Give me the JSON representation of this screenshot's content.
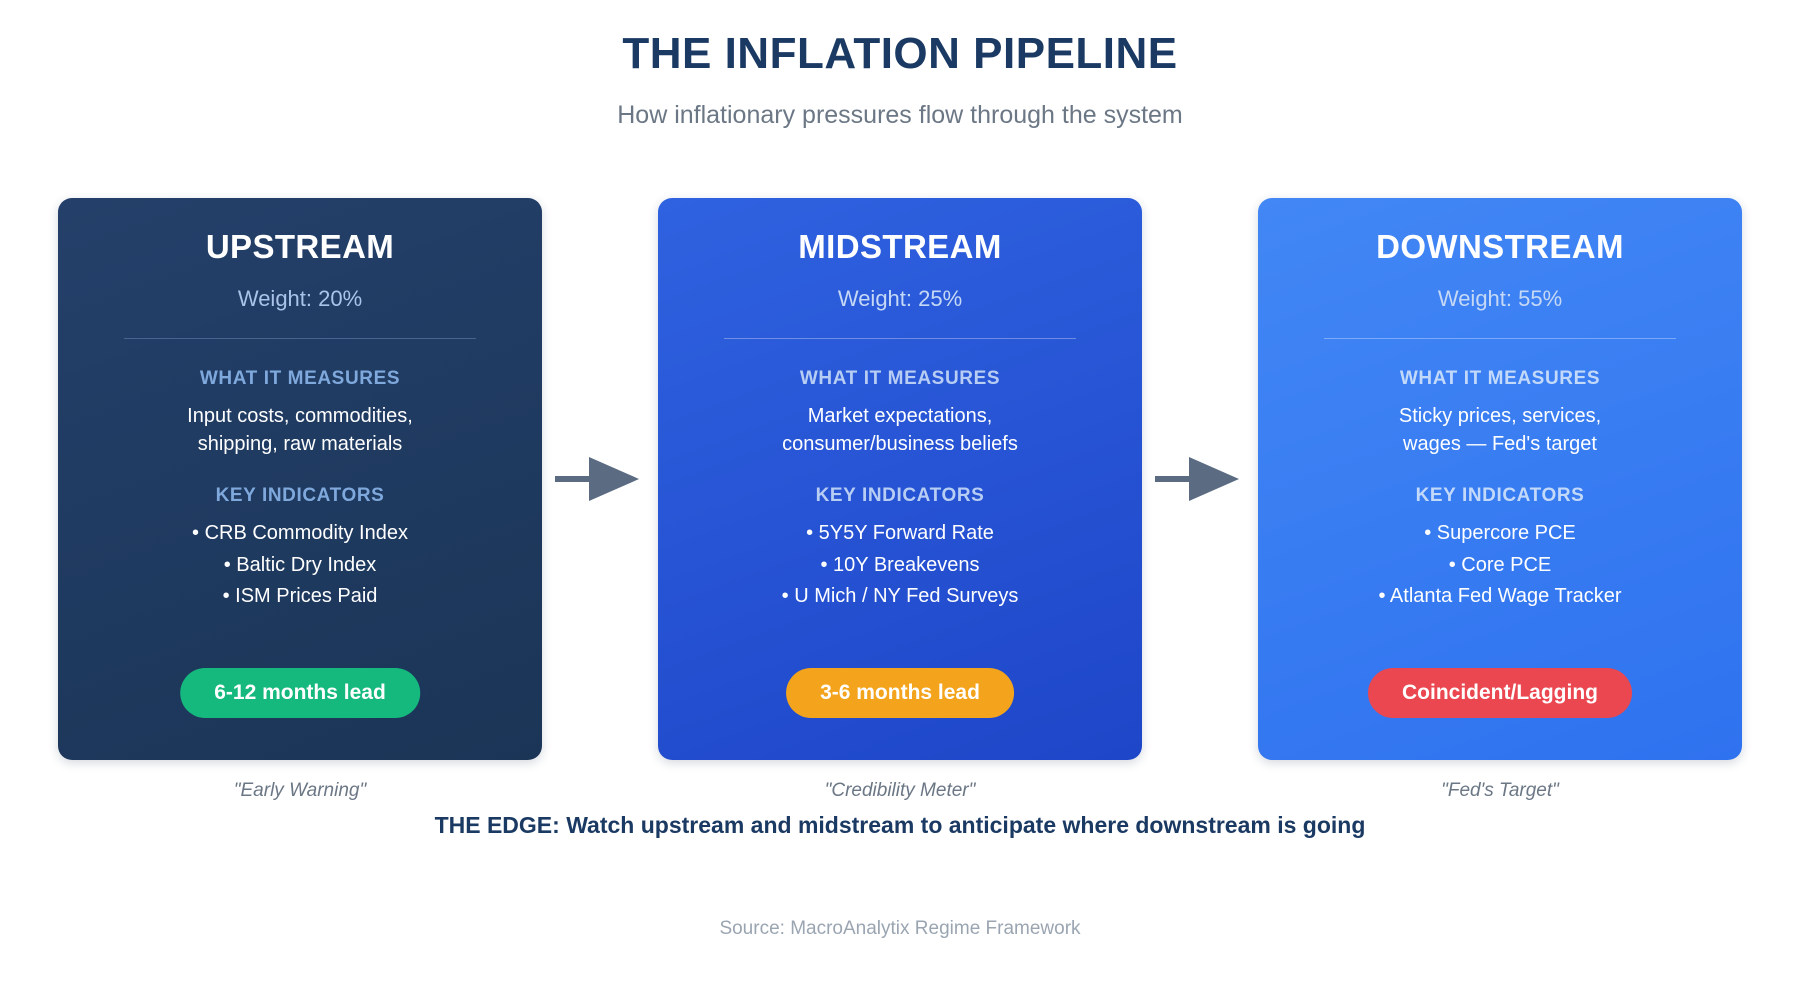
{
  "header": {
    "title": "THE INFLATION PIPELINE",
    "subtitle": "How inflationary pressures flow through the system"
  },
  "section_labels": {
    "measures": "WHAT IT MEASURES",
    "indicators": "KEY INDICATORS"
  },
  "stages": [
    {
      "name": "UPSTREAM",
      "weight": "Weight: 20%",
      "measures": "Input costs, commodities, shipping, raw materials",
      "measures_lines": [
        "Input costs, commodities,",
        "shipping, raw materials"
      ],
      "indicators": [
        "• CRB Commodity Index",
        "• Baltic Dry Index",
        "• ISM Prices Paid"
      ],
      "badge": "6-12 months lead",
      "badge_color": "#15b97e",
      "caption": "\"Early Warning\"",
      "card_color_from": "#24406a",
      "card_color_to": "#1b3557"
    },
    {
      "name": "MIDSTREAM",
      "weight": "Weight: 25%",
      "measures": "Market expectations, consumer/business beliefs",
      "measures_lines": [
        "Market expectations,",
        "consumer/business beliefs"
      ],
      "indicators": [
        "• 5Y5Y Forward Rate",
        "• 10Y Breakevens",
        "• U Mich / NY Fed Surveys"
      ],
      "badge": "3-6 months lead",
      "badge_color": "#f4a41c",
      "caption": "\"Credibility Meter\"",
      "card_color_from": "#2f62e0",
      "card_color_to": "#1e46c8"
    },
    {
      "name": "DOWNSTREAM",
      "weight": "Weight: 55%",
      "measures": "Sticky prices, services, wages — Fed's target",
      "measures_lines": [
        "Sticky prices, services,",
        "wages — Fed's target"
      ],
      "indicators": [
        "• Supercore PCE",
        "• Core PCE",
        "• Atlanta Fed Wage Tracker"
      ],
      "badge": "Coincident/Lagging",
      "badge_color": "#ea4750",
      "caption": "\"Fed's Target\"",
      "card_color_from": "#4287f5",
      "card_color_to": "#2f72ef"
    }
  ],
  "connectors": {
    "icon": "arrow-right-icon",
    "color": "#5a6b82",
    "count": 2
  },
  "footer": {
    "edge_note": "THE EDGE: Watch upstream and midstream to anticipate where downstream is going",
    "source": "Source: MacroAnalytix Regime Framework"
  }
}
